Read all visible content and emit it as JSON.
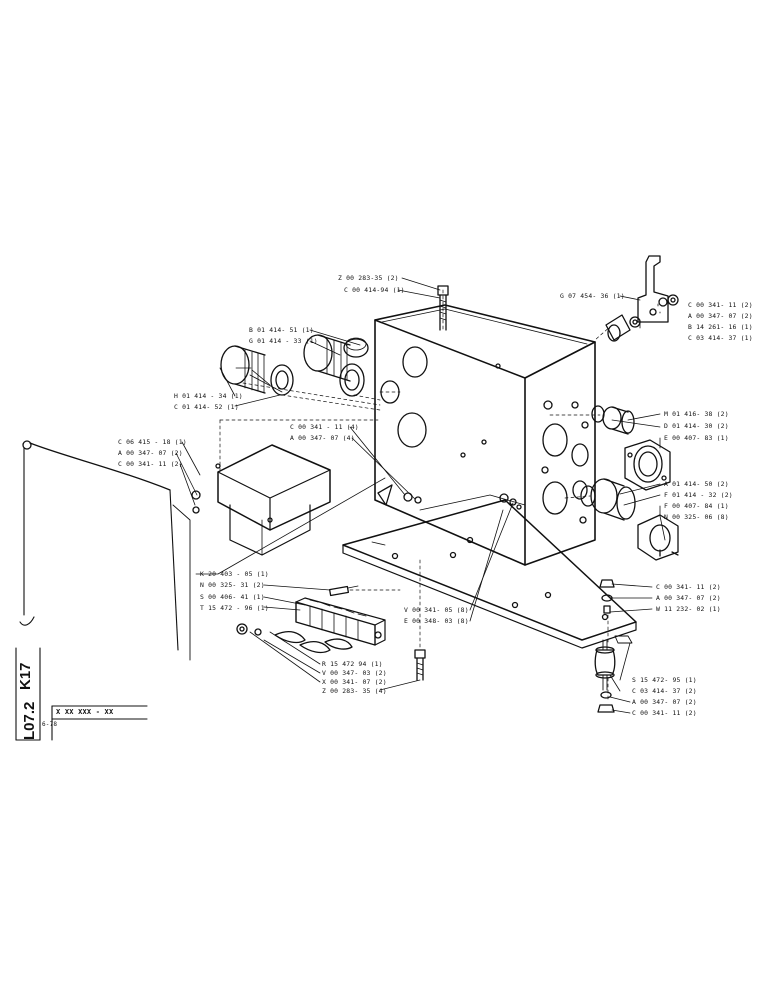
{
  "title_block": {
    "code_a": "K17",
    "code_b": "L07.2",
    "part_pattern": "X XX XXX - XX",
    "date": "6-78"
  },
  "callouts": {
    "z_00_283_35_2": "Z 00 283-35 (2)",
    "c_00_414_94_1": "C 00 414-94 (1)",
    "g_07_454_36_1": "G 07 454- 36 (1)",
    "c_00_341_11_2_top": "C 00 341- 11 (2)",
    "a_00_347_07_2_top": "A 00 347- 07 (2)",
    "b_14_261_16_1": "B 14 261- 16 (1)",
    "c_03_414_37_1_top": "C 03 414- 37 (1)",
    "b_01_414_51_1": "B 01 414- 51 (1)",
    "g_01_414_33_1": "G 01 414 - 33 (1)",
    "h_01_414_34_1": "H 01 414 - 34 (1)",
    "c_01_414_52_1": "C 01 414- 52 (1)",
    "m_01_416_38_2": "M 01 416- 38 (2)",
    "d_01_414_30_2": "D 01 414- 30 (2)",
    "e_00_407_83_1": "E 00 407- 83 (1)",
    "c_00_341_11_4": "C 00 341 - 11 (4)",
    "a_00_347_07_4": "A 00 347- 07 (4)",
    "c_06_415_18_1": "C 06 415 - 18 (1)",
    "a_00_347_07_2_left": "A 00 347- 07 (2)",
    "c_00_341_11_2_left": "C 00 341- 11 (2)",
    "a_01_414_50_2": "A 01 414- 50 (2)",
    "f_01_414_32_2": "F 01 414 - 32 (2)",
    "f_00_407_84_1": "F 00 407- 84 (1)",
    "n_00_325_06_8": "N 00 325- 06 (8)",
    "k_20_403_05_1": "K 20 403 - 05 (1)",
    "n_00_325_31_2": "N 00 325- 31 (2)",
    "s_00_406_41_1": "S 00 406- 41 (1)",
    "t_15_472_96_1": "T 15 472 - 96 (1)",
    "v_00_341_05_8": "V 00 341- 05 (8)",
    "e_00_348_03_8": "E 00 348- 03 (8)",
    "c_00_341_11_2_right": "C 00 341- 11 (2)",
    "a_00_347_07_2_right": "A 00 347- 07 (2)",
    "w_11_232_02_1": "W 11 232- 02 (1)",
    "r_15_472_94_1": "R 15 472  94 (1)",
    "v_00_347_03_2": "V 00 347- 03 (2)",
    "x_00_341_07_2": "X 00 341- 07 (2)",
    "z_00_283_35_4": "Z 00 283- 35 (4)",
    "s_15_472_95_1": "S 15  472- 95 (1)",
    "c_03_414_37_2": "C 03 414- 37 (2)",
    "a_00_347_07_2_bottom": "A 00 347- 07 (2)",
    "c_00_341_11_2_bottom": "C 00 341- 11 (2)"
  }
}
